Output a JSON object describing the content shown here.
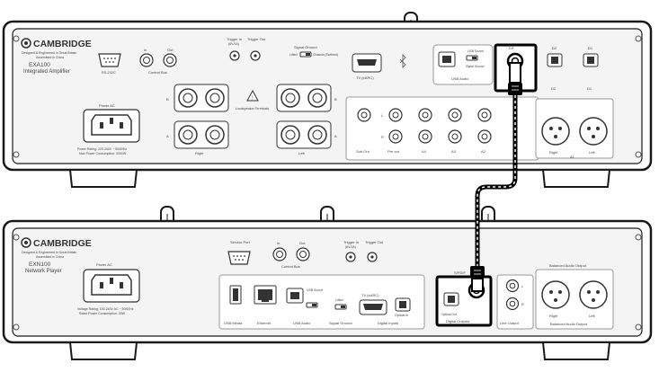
{
  "amp": {
    "brand": "CAMBRIDGE",
    "made_line1": "Designed & Engineered in Great Britain",
    "made_line2": "Assembled in China",
    "model": "EXA100",
    "type": "Integrated Amplifier",
    "rs232": "RS-232C",
    "in": "In",
    "out": "Out",
    "control_bus": "Control Bus",
    "trigger_in": "Trigger In",
    "trigger_in_sub": "(6V/1A)",
    "trigger_out": "Trigger Out",
    "signal_ground": "Signal Ground",
    "lifted": "Lifted",
    "chassis": "Chassis (Earthed)",
    "power_ac": "Power AC",
    "power_rating": "Power Rating: 220-240V ~ 50/60Hz",
    "power_consumption": "Max Power Consumption: 3000W",
    "speaker_terminals": "Loudspeaker Terminals",
    "speaker_b": "B",
    "speaker_a": "A",
    "right": "Right",
    "left": "Left",
    "earc": "TV (eARC)",
    "usb_audio": "USB Audio",
    "usb_sound": "USB Sound",
    "signal_ground_short": "Signal Ground",
    "sub_out": "Sub Out",
    "pre_out": "Pre out",
    "a4": "A4",
    "a3": "A3",
    "a2": "A2",
    "d3": "D3",
    "d2": "D2",
    "d1": "D1",
    "a1": "A1",
    "l": "L",
    "r": "R"
  },
  "player": {
    "brand": "CAMBRIDGE",
    "made_line1": "Designed & Engineered in Great Britain",
    "made_line2": "Assembled in China",
    "model": "EXN100",
    "type": "Network Player",
    "power_ac": "Power AC",
    "voltage_rating": "Voltage Rating: 100-240V AC ~ 50/60Hz",
    "rated_power": "Rated Power Consumption: 30W",
    "service_port": "Service Port",
    "in": "In",
    "out": "Out",
    "control_bus": "Control Bus",
    "trigger_in": "Trigger In",
    "trigger_in_sub": "(6V/1A)",
    "trigger_out": "Trigger Out",
    "usb_media": "USB Media",
    "ethernet": "Ethernet",
    "usb_audio": "USB Audio",
    "usb_sound": "USB Sound",
    "lifted": "Lifted",
    "signal_ground": "Signal Ground",
    "earc": "TV (eARC)",
    "optical_in": "Optical In",
    "optical_out": "Optical Out",
    "coaxial": "S/PDIF",
    "digital_inputs": "Digital Inputs",
    "digital_outputs": "Digital Outputs",
    "line_output": "Line Output",
    "balanced_output": "Balanced Audio Output",
    "right": "Right",
    "left": "Left",
    "l": "L",
    "r": "R"
  },
  "colors": {
    "outline": "#1a1a1a",
    "panel": "#f4f4f4",
    "label": "#555555",
    "cable": "#000000"
  }
}
